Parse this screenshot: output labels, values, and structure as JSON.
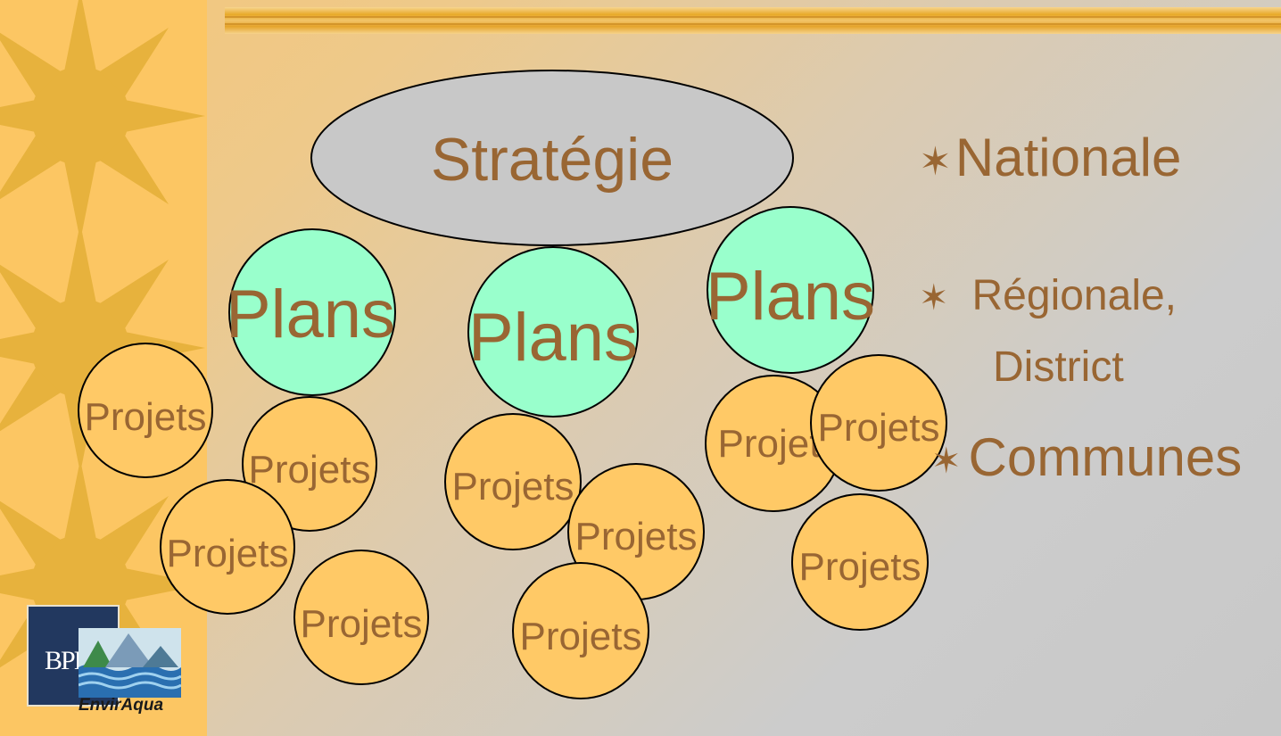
{
  "diagram": {
    "strategy_label": "Stratégie",
    "plans": [
      {
        "label": "Plans"
      },
      {
        "label": "Plans"
      },
      {
        "label": "Plans"
      }
    ],
    "projects": [
      {
        "label": "Projets"
      },
      {
        "label": "Projets"
      },
      {
        "label": "Projets"
      },
      {
        "label": "Projets"
      },
      {
        "label": "Projets"
      },
      {
        "label": "Projets"
      },
      {
        "label": "Projets"
      },
      {
        "label": "Projet"
      },
      {
        "label": "Projets"
      },
      {
        "label": "Projets"
      }
    ]
  },
  "legend": {
    "nationale": "Nationale",
    "regionale": "Régionale,",
    "district": "District",
    "communes": "Communes",
    "star_icon": "star-icon"
  },
  "logo": {
    "bpr": "BPR",
    "enviraqua": "EnvirAqua"
  },
  "colors": {
    "strategy_fill": "#c8c8c8",
    "plans_fill": "#99ffcc",
    "projects_fill": "#ffc966",
    "label_text": "#996633",
    "sidebar": "#fcc663",
    "sun": "#e7b23d"
  }
}
